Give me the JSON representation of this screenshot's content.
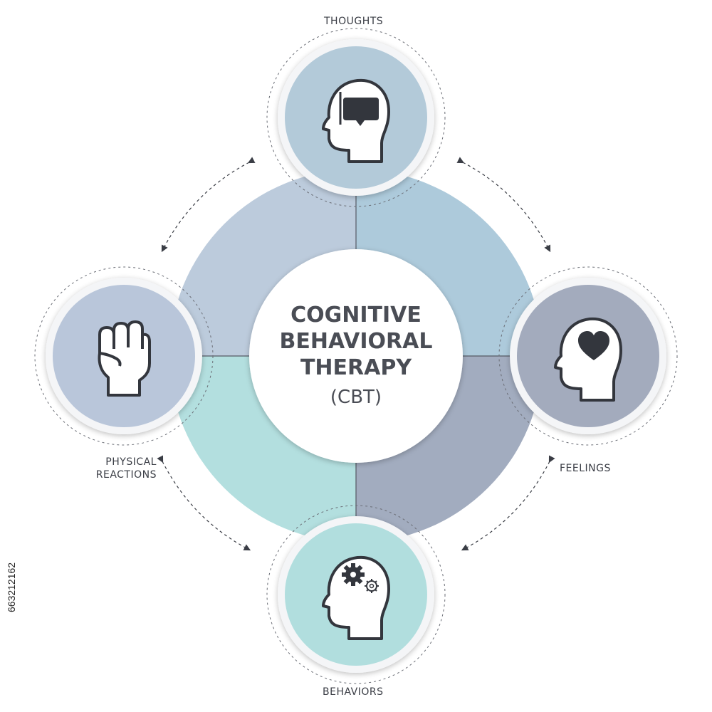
{
  "center": {
    "line1": "COGNITIVE",
    "line2": "BEHAVIORAL",
    "line3": "THERAPY",
    "abbr": "(CBT)"
  },
  "nodes": {
    "thoughts": {
      "label": "THOUGHTS",
      "icon": "head-speech-bubble-icon",
      "color": "#b3cad9"
    },
    "feelings": {
      "label": "FEELINGS",
      "icon": "head-heart-icon",
      "color": "#a3abbd"
    },
    "behaviors": {
      "label": "BEHAVIORS",
      "icon": "head-gears-icon",
      "color": "#b1dede"
    },
    "physical": {
      "label_line1": "PHYSICAL",
      "label_line2": "REACTIONS",
      "icon": "fist-icon",
      "color": "#b9c6da"
    }
  },
  "quadrant_colors": {
    "top_left": "#bccbdc",
    "top_right": "#adcadb",
    "bottom_left": "#b3dfdf",
    "bottom_right": "#a2acbf"
  },
  "stock_id": "663212162"
}
